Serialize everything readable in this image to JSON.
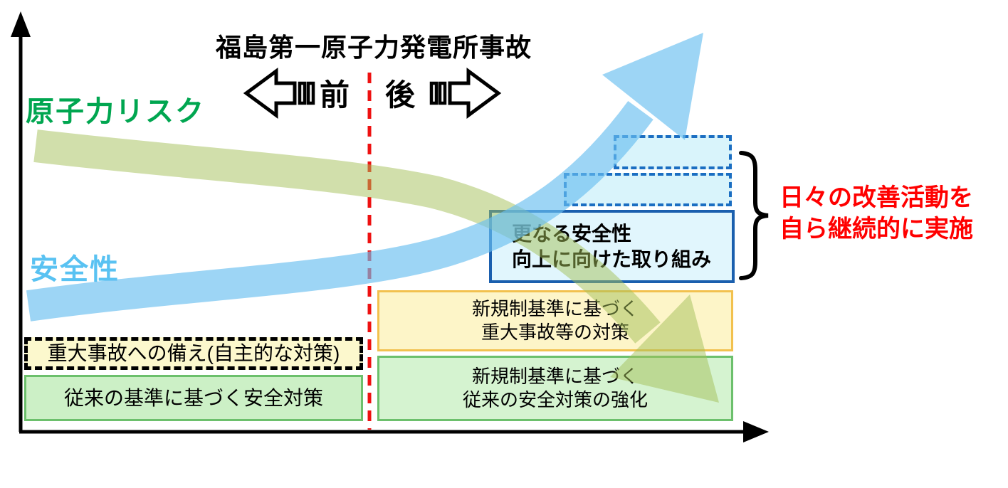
{
  "title": "福島第一原子力発電所事故",
  "timeline": {
    "before_label": "前",
    "after_label": "後"
  },
  "axis_labels": {
    "risk": "原子力リスク",
    "safety": "安全性"
  },
  "boxes": {
    "further_safety": {
      "line1": "更なる安全性",
      "line2": "向上に向けた取り組み"
    },
    "new_reg_severe": {
      "line1": "新規制基準に基づく",
      "line2": "重大事故等の対策"
    },
    "new_reg_conventional": {
      "line1": "新規制基準に基づく",
      "line2": "従来の安全対策の強化"
    },
    "severe_accident_preparedness": "重大事故への備え(自主的な対策)",
    "conventional_safety": "従来の基準に基づく安全対策"
  },
  "annotation": {
    "line1": "日々の改善活動を",
    "line2": "自ら継続的に実施"
  },
  "colors": {
    "risk_label_green": "#00a650",
    "safety_label_blue": "#59c2f2",
    "risk_band_green": "rgba(163,191,87,0.5)",
    "safety_band_blue": "rgba(105,190,240,0.65)",
    "annotation_red": "#ff0000",
    "divider_red": "#ee1111",
    "dashed_box_blue_border": "#1b6ec2",
    "solid_box_blue_border": "#1a5fae",
    "cyan_fill": "#d9f4fb",
    "yellow_fill": "#fdf5c8",
    "yellow_border": "#f2c14e",
    "green_fill": "#d5f3d0",
    "green_border": "#6cc06c",
    "pale_yellow_fill": "#fcf8cd"
  }
}
